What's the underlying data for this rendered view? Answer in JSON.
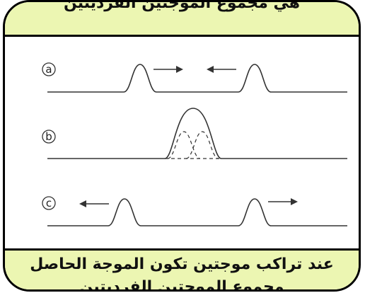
{
  "header": {
    "text": "هي مجموع الموجتين الفرديتين"
  },
  "panels": [
    {
      "label": "a"
    },
    {
      "label": "b"
    },
    {
      "label": "c"
    }
  ],
  "footer": {
    "line1": "عند تراكب موجتين تكون الموجة الحاصل",
    "line2": "مجموع الموجتين الفرديتين"
  },
  "colors": {
    "banner_fill": "#ecf6b2",
    "border": "#000000",
    "wave_line": "#333333"
  }
}
